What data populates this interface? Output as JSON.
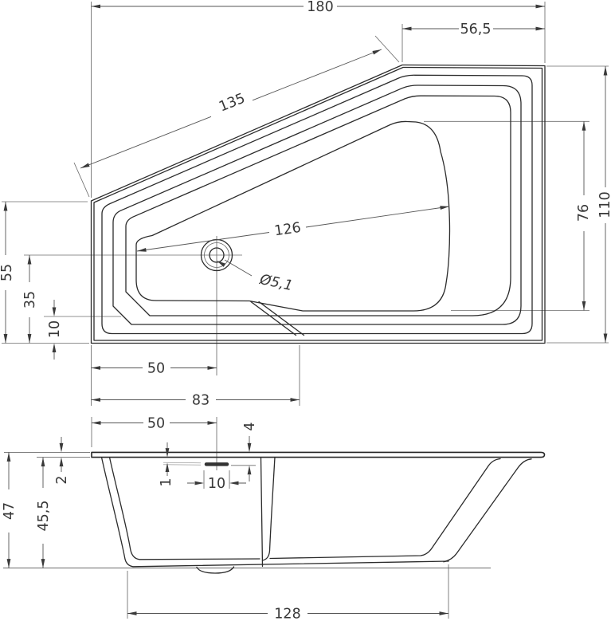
{
  "drawing": {
    "kind": "technical-drawing",
    "views": [
      "plan",
      "side"
    ]
  },
  "colors": {
    "line": "#2b2b2b",
    "dimension": "#565656",
    "text": "#383838",
    "background": "#ffffff"
  },
  "plan": {
    "dims": {
      "overall_width": "180",
      "top_edge_width": "56,5",
      "diagonal_length": "135",
      "overall_depth": "110",
      "inner_depth": "76",
      "inner_length": "126",
      "drain_diameter": "Ø5,1",
      "left_edge_height": "55",
      "drain_offset_bottom": "35",
      "ledge_offset_bottom": "10",
      "drain_from_left": "50",
      "ledge_length": "83"
    }
  },
  "side": {
    "dims": {
      "overflow_from_left": "50",
      "overflow_below_rim": "4",
      "rim_thickness": "2",
      "slot_gap": "1",
      "overflow_width": "10",
      "total_height": "47",
      "inner_height": "45,5",
      "base_length": "128"
    }
  }
}
